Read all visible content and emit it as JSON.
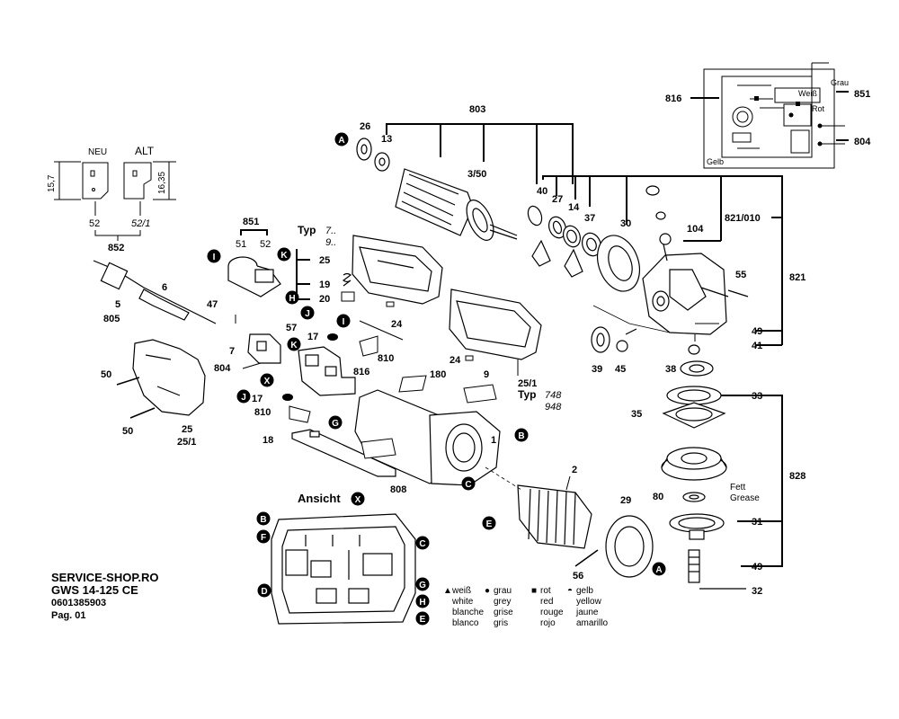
{
  "header": {
    "line1": "SERVICE-SHOP.RO",
    "line2": "GWS 14-125 CE",
    "line3": "0601385903",
    "line4": "Pag. 01"
  },
  "inset": {
    "neu": "NEU",
    "alt": "ALT",
    "dim1": "15,7",
    "dim2": "16,35",
    "p52": "52",
    "p52_1": "52/1",
    "p852": "852"
  },
  "typ": {
    "label": "Typ",
    "a1": "7..",
    "a2": "9..",
    "b1": "748",
    "b2": "948"
  },
  "ansicht": {
    "label": "Ansicht",
    "mark": "X"
  },
  "fett": {
    "de": "Fett",
    "en": "Grease"
  },
  "wiring": {
    "grau": "Grau",
    "weiss": "Weiß",
    "rot": "Rot",
    "gelb": "Gelb"
  },
  "legend": [
    {
      "symbol": "▲",
      "items": [
        "weiß",
        "white",
        "blanche",
        "blanco"
      ]
    },
    {
      "symbol": "●",
      "items": [
        "grau",
        "grey",
        "grise",
        "gris"
      ]
    },
    {
      "symbol": "■",
      "items": [
        "rot",
        "red",
        "rouge",
        "rojo"
      ]
    },
    {
      "symbol": "◓",
      "items": [
        "gelb",
        "yellow",
        "jaune",
        "amarillo"
      ]
    }
  ],
  "parts": {
    "p1": "1",
    "p2": "2",
    "p5": "5",
    "p6": "6",
    "p7": "7",
    "p9": "9",
    "p13": "13",
    "p14": "14",
    "p17a": "17",
    "p17b": "17",
    "p18": "18",
    "p19": "19",
    "p20": "20",
    "p24a": "24",
    "p24b": "24",
    "p25a": "25",
    "p25b": "25",
    "p25_1a": "25/1",
    "p25_1b": "25/1",
    "p26": "26",
    "p27": "27",
    "p29": "29",
    "p30": "30",
    "p31": "31",
    "p32": "32",
    "p33": "33",
    "p35": "35",
    "p37": "37",
    "p38": "38",
    "p39": "39",
    "p40": "40",
    "p41": "41",
    "p45": "45",
    "p47": "47",
    "p49a": "49",
    "p49b": "49",
    "p50a": "50",
    "p50b": "50",
    "p51": "51",
    "p52": "52",
    "p55": "55",
    "p56": "56",
    "p57": "57",
    "p80": "80",
    "p104": "104",
    "p180": "180",
    "p350": "3/50",
    "p803": "803",
    "p804a": "804",
    "p804b": "804",
    "p805": "805",
    "p808": "808",
    "p810a": "810",
    "p810b": "810",
    "p816a": "816",
    "p816b": "816",
    "p821": "821",
    "p821_010": "821/010",
    "p828": "828",
    "p851a": "851",
    "p851b": "851"
  },
  "markers": {
    "A1": "A",
    "A2": "A",
    "B1": "B",
    "B2": "B",
    "C1": "C",
    "C2": "C",
    "D1": "D",
    "E1": "E",
    "E2": "E",
    "F1": "F",
    "G1": "G",
    "G2": "G",
    "H1": "H",
    "H2": "H",
    "I1": "I",
    "I2": "I",
    "J1": "J",
    "J2": "J",
    "K1": "K",
    "K2": "K",
    "X1": "X"
  }
}
